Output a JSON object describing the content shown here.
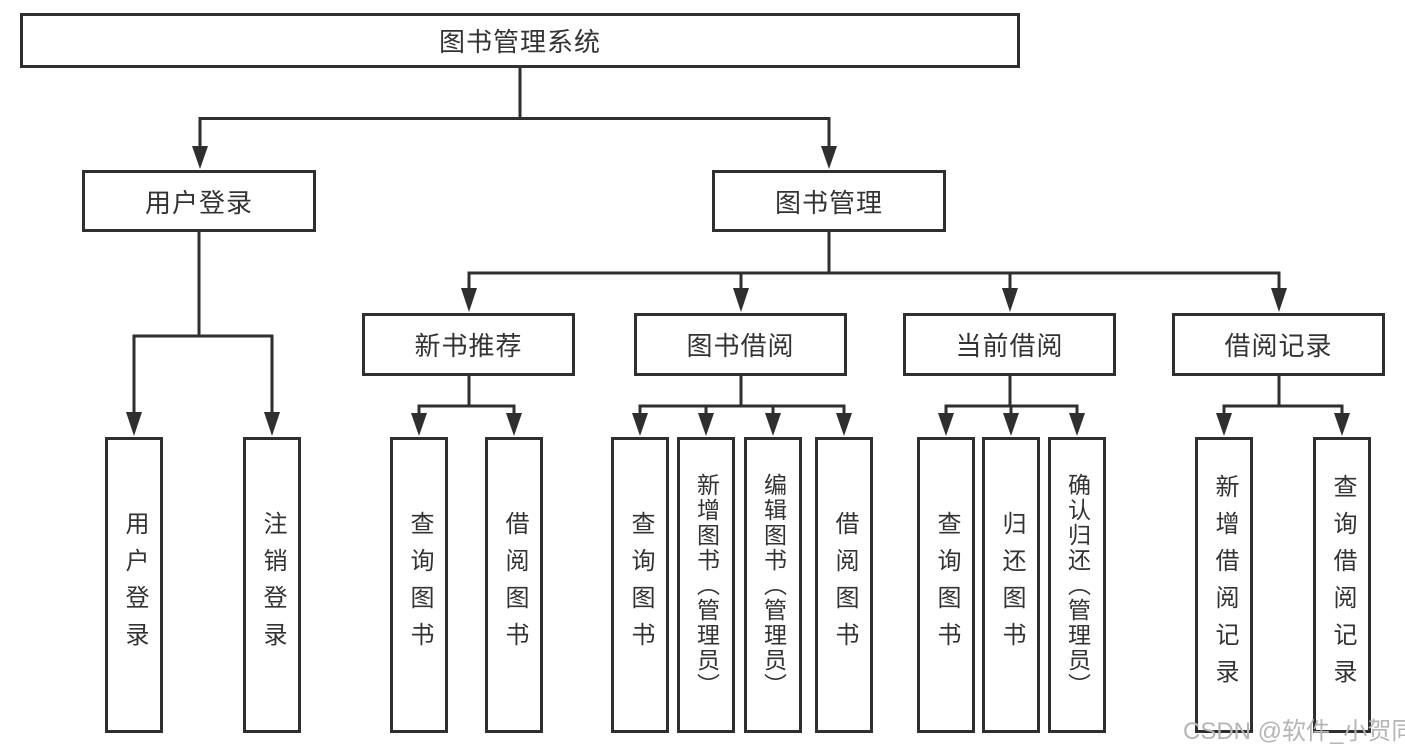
{
  "diagram": {
    "root": {
      "label": "图书管理系统"
    },
    "level2": [
      {
        "label": "用户登录"
      },
      {
        "label": "图书管理"
      }
    ],
    "level3": [
      {
        "label": "新书推荐"
      },
      {
        "label": "图书借阅"
      },
      {
        "label": "当前借阅"
      },
      {
        "label": "借阅记录"
      }
    ],
    "leaves": [
      {
        "label": "用户登录"
      },
      {
        "label": "注销登录"
      },
      {
        "label": "查询图书"
      },
      {
        "label": "借阅图书"
      },
      {
        "label": "查询图书"
      },
      {
        "label": "新增图书（管理员）"
      },
      {
        "label": "编辑图书（管理员）"
      },
      {
        "label": "借阅图书"
      },
      {
        "label": "查询图书"
      },
      {
        "label": "归还图书"
      },
      {
        "label": "确认归还（管理员）"
      },
      {
        "label": "新增借阅记录"
      },
      {
        "label": "查询借阅记录"
      }
    ]
  },
  "watermark": {
    "text": "CSDN @软件_小贺同学"
  },
  "colors": {
    "line": "#2f2f2f",
    "text": "#333333",
    "watermark": "#b5b5b5",
    "background": "#ffffff"
  }
}
